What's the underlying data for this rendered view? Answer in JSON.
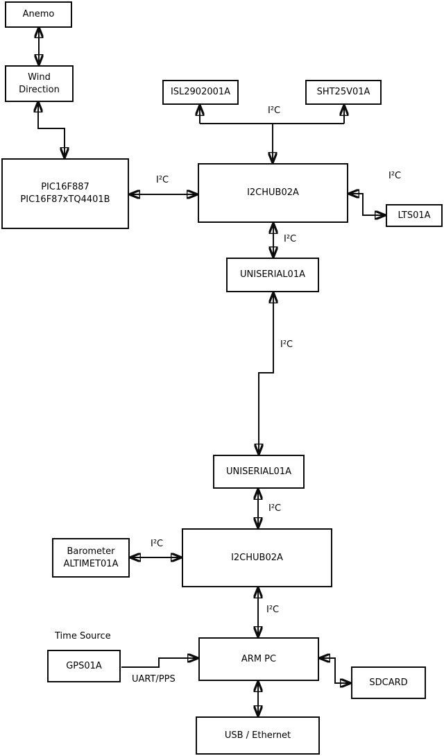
{
  "diagram": {
    "type": "block-diagram",
    "colors": {
      "line": "#0b0b0b",
      "background": "#ffffff",
      "box_fill": "#ffffff",
      "text": "#000000"
    },
    "nodes": {
      "anemo": {
        "label": "Anemo"
      },
      "wind_direction": {
        "line1": "Wind",
        "line2": "Direction"
      },
      "pic": {
        "line1": "PIC16F887",
        "line2": "PIC16F87xTQ4401B"
      },
      "isl": {
        "label": "ISL2902001A"
      },
      "sht": {
        "label": "SHT25V01A"
      },
      "i2c_hub_top": {
        "label": "I2CHUB02A"
      },
      "lts": {
        "label": "LTS01A"
      },
      "uniserial_top": {
        "label": "UNISERIAL01A"
      },
      "uniserial_bottom": {
        "label": "UNISERIAL01A"
      },
      "barometer": {
        "line1": "Barometer",
        "line2": "ALTIMET01A"
      },
      "i2c_hub_bottom": {
        "label": "I2CHUB02A"
      },
      "gps": {
        "label": "GPS01A"
      },
      "arm_pc": {
        "label": "ARM PC"
      },
      "sdcard": {
        "label": "SDCARD"
      },
      "usb_ethernet": {
        "label": "USB / Ethernet"
      }
    },
    "edge_labels": {
      "i2c": "I²C",
      "uart_pps": "UART/PPS",
      "time_source": "Time Source"
    },
    "connections": [
      {
        "from": "Anemo",
        "to": "Wind Direction",
        "bidirectional": true
      },
      {
        "from": "Wind Direction",
        "to": "PIC16F887 PIC16F87xTQ4401B",
        "bidirectional": true
      },
      {
        "from": "PIC16F887 PIC16F87xTQ4401B",
        "to": "I2CHUB02A (top)",
        "label": "I²C",
        "bidirectional": true
      },
      {
        "from": "I2CHUB02A (top)",
        "to": "ISL2902001A",
        "label": "I²C",
        "bidirectional": true
      },
      {
        "from": "I2CHUB02A (top)",
        "to": "SHT25V01A",
        "label": "I²C",
        "bidirectional": true
      },
      {
        "from": "I2CHUB02A (top)",
        "to": "LTS01A",
        "label": "I²C",
        "bidirectional": true
      },
      {
        "from": "I2CHUB02A (top)",
        "to": "UNISERIAL01A (top)",
        "label": "I²C",
        "bidirectional": true
      },
      {
        "from": "UNISERIAL01A (top)",
        "to": "UNISERIAL01A (bottom)",
        "label": "I²C",
        "bidirectional": true
      },
      {
        "from": "UNISERIAL01A (bottom)",
        "to": "I2CHUB02A (bottom)",
        "label": "I²C",
        "bidirectional": true
      },
      {
        "from": "Barometer ALTIMET01A",
        "to": "I2CHUB02A (bottom)",
        "label": "I²C",
        "bidirectional": true
      },
      {
        "from": "I2CHUB02A (bottom)",
        "to": "ARM PC",
        "label": "I²C",
        "bidirectional": true
      },
      {
        "from": "GPS01A (Time Source)",
        "to": "ARM PC",
        "label": "UART/PPS",
        "bidirectional": false
      },
      {
        "from": "ARM PC",
        "to": "SDCARD",
        "bidirectional": true
      },
      {
        "from": "ARM PC",
        "to": "USB / Ethernet",
        "bidirectional": true
      }
    ]
  }
}
